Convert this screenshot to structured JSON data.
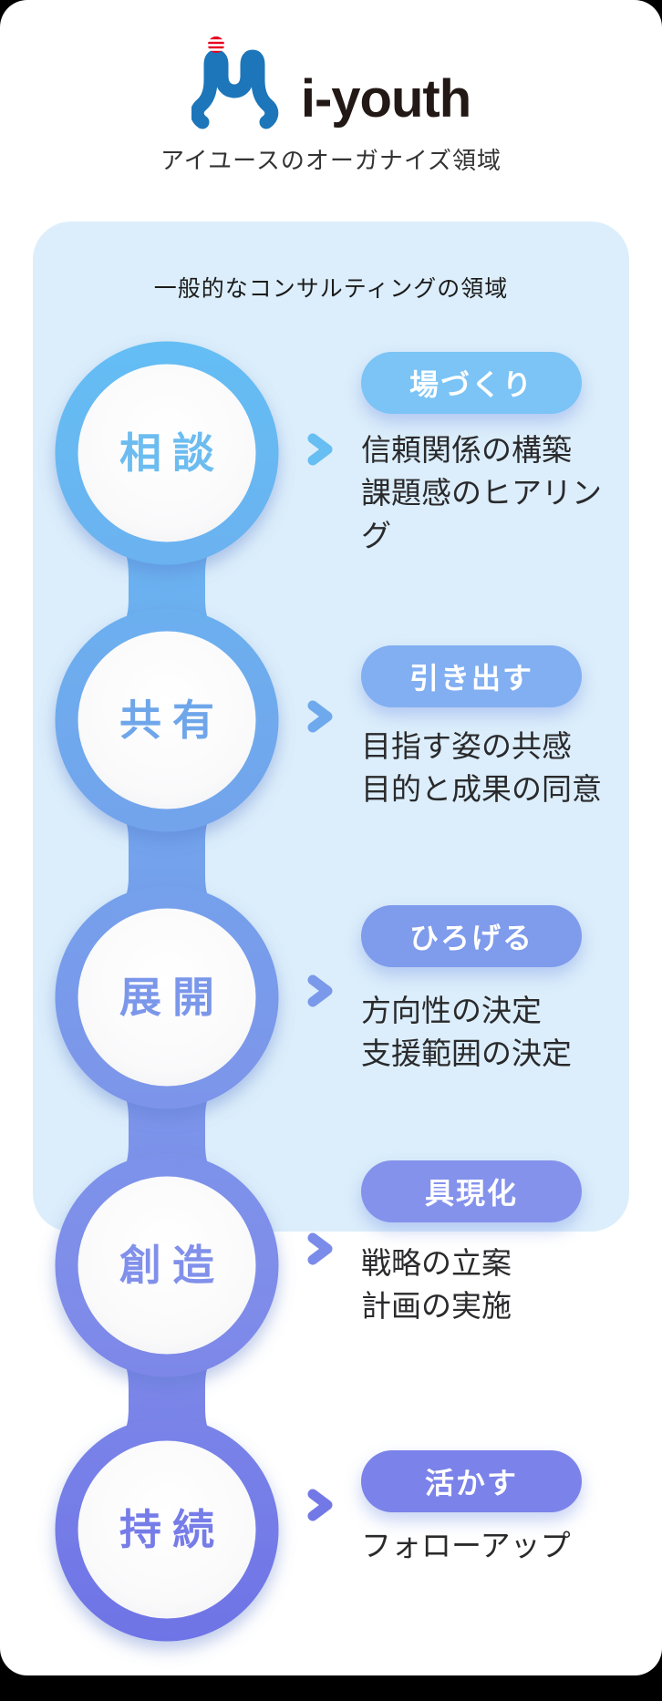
{
  "header": {
    "brand": "i-youth",
    "subtitle": "アイユースのオーガナイズ領域",
    "logo_colors": {
      "mark_blue": "#1D76B9",
      "dot_red": "#E50020"
    }
  },
  "panel": {
    "title": "一般的なコンサルティングの領域",
    "bg": "#DCEEFB"
  },
  "chain_gradient": {
    "top": "#64BEF4",
    "bottom": "#6E73E6"
  },
  "steps": [
    {
      "label": "相談",
      "tag": "場づくり",
      "desc": [
        "信頼関係の構築",
        "課題感のヒアリング"
      ],
      "colors": {
        "ring": "#67BEF2",
        "pill": "#7BC4F5",
        "label": "#6CBCF0"
      }
    },
    {
      "label": "共有",
      "tag": "引き出す",
      "desc": [
        "目指す姿の共感",
        "目的と成果の同意"
      ],
      "colors": {
        "ring": "#6FA9ED",
        "pill": "#82AFF2",
        "label": "#6FA6EA"
      }
    },
    {
      "label": "展開",
      "tag": "ひろげる",
      "desc": [
        "方向性の決定",
        "支援範囲の決定"
      ],
      "colors": {
        "ring": "#7A99EA",
        "pill": "#7E9BEC",
        "label": "#7B97EA"
      }
    },
    {
      "label": "創造",
      "tag": "具現化",
      "desc": [
        "戦略の立案",
        "計画の実施"
      ],
      "colors": {
        "ring": "#7B8BE9",
        "pill": "#8492EC",
        "label": "#8190EA"
      }
    },
    {
      "label": "持続",
      "tag": "活かす",
      "desc": [
        "フォローアップ"
      ],
      "colors": {
        "ring": "#7378E7",
        "pill": "#7B82E9",
        "label": "#767CE8"
      }
    }
  ]
}
